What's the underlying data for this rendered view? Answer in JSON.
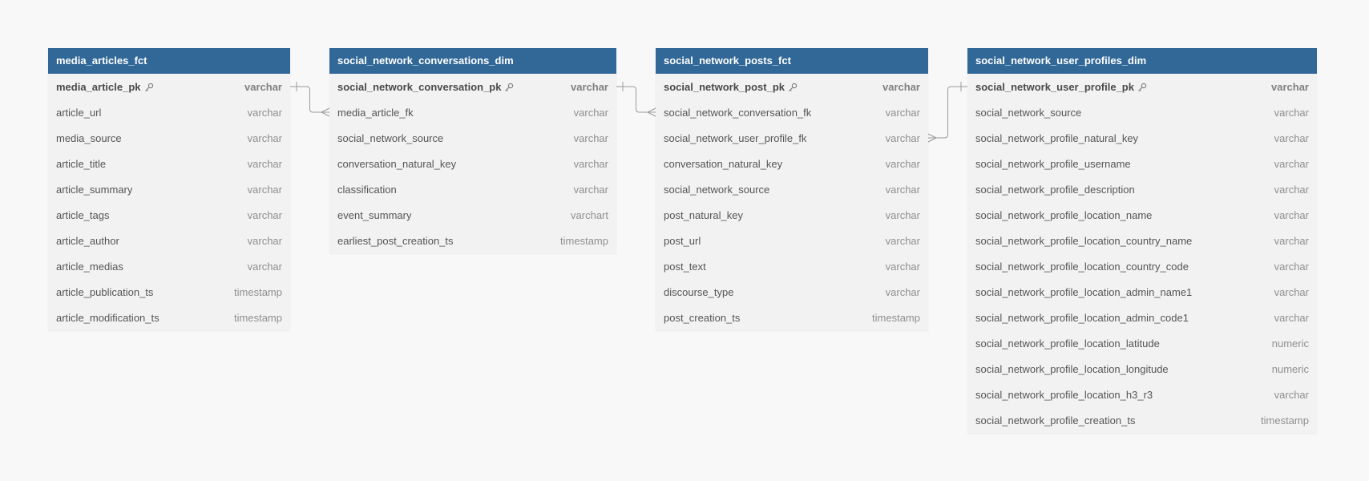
{
  "colors": {
    "header_bg": "#316897",
    "table_bg": "#f2f2f2",
    "canvas_bg": "#f8f8f8",
    "connector": "#9a9a9a"
  },
  "tables": [
    {
      "name": "media_articles_fct",
      "columns": [
        {
          "name": "media_article_pk",
          "type": "varchar",
          "pk": true
        },
        {
          "name": "article_url",
          "type": "varchar"
        },
        {
          "name": "media_source",
          "type": "varchar"
        },
        {
          "name": "article_title",
          "type": "varchar"
        },
        {
          "name": "article_summary",
          "type": "varchar"
        },
        {
          "name": "article_tags",
          "type": "varchar"
        },
        {
          "name": "article_author",
          "type": "varchar"
        },
        {
          "name": "article_medias",
          "type": "varchar"
        },
        {
          "name": "article_publication_ts",
          "type": "timestamp"
        },
        {
          "name": "article_modification_ts",
          "type": "timestamp"
        }
      ]
    },
    {
      "name": "social_network_conversations_dim",
      "columns": [
        {
          "name": "social_network_conversation_pk",
          "type": "varchar",
          "pk": true
        },
        {
          "name": "media_article_fk",
          "type": "varchar"
        },
        {
          "name": "social_network_source",
          "type": "varchar"
        },
        {
          "name": "conversation_natural_key",
          "type": "varchar"
        },
        {
          "name": "classification",
          "type": "varchar"
        },
        {
          "name": "event_summary",
          "type": "varchart"
        },
        {
          "name": "earliest_post_creation_ts",
          "type": "timestamp"
        }
      ]
    },
    {
      "name": "social_network_posts_fct",
      "columns": [
        {
          "name": "social_network_post_pk",
          "type": "varchar",
          "pk": true
        },
        {
          "name": "social_network_conversation_fk",
          "type": "varchar"
        },
        {
          "name": "social_network_user_profile_fk",
          "type": "varchar"
        },
        {
          "name": "conversation_natural_key",
          "type": "varchar"
        },
        {
          "name": "social_network_source",
          "type": "varchar"
        },
        {
          "name": "post_natural_key",
          "type": "varchar"
        },
        {
          "name": "post_url",
          "type": "varchar"
        },
        {
          "name": "post_text",
          "type": "varchar"
        },
        {
          "name": "discourse_type",
          "type": "varchar"
        },
        {
          "name": "post_creation_ts",
          "type": "timestamp"
        }
      ]
    },
    {
      "name": "social_network_user_profiles_dim",
      "columns": [
        {
          "name": "social_network_user_profile_pk",
          "type": "varchar",
          "pk": true
        },
        {
          "name": "social_network_source",
          "type": "varchar"
        },
        {
          "name": "social_network_profile_natural_key",
          "type": "varchar"
        },
        {
          "name": "social_network_profile_username",
          "type": "varchar"
        },
        {
          "name": "social_network_profile_description",
          "type": "varchar"
        },
        {
          "name": "social_network_profile_location_name",
          "type": "varchar"
        },
        {
          "name": "social_network_profile_location_country_name",
          "type": "varchar"
        },
        {
          "name": "social_network_profile_location_country_code",
          "type": "varchar"
        },
        {
          "name": "social_network_profile_location_admin_name1",
          "type": "varchar"
        },
        {
          "name": "social_network_profile_location_admin_code1",
          "type": "varchar"
        },
        {
          "name": "social_network_profile_location_latitude",
          "type": "numeric"
        },
        {
          "name": "social_network_profile_location_longitude",
          "type": "numeric"
        },
        {
          "name": "social_network_profile_location_h3_r3",
          "type": "varchar"
        },
        {
          "name": "social_network_profile_creation_ts",
          "type": "timestamp"
        }
      ]
    }
  ],
  "relationships": [
    {
      "from_table": 0,
      "from_column": 0,
      "to_table": 1,
      "to_column": 1,
      "from_card": "one",
      "to_card": "many"
    },
    {
      "from_table": 1,
      "from_column": 0,
      "to_table": 2,
      "to_column": 1,
      "from_card": "one",
      "to_card": "many"
    },
    {
      "from_table": 3,
      "from_column": 0,
      "to_table": 2,
      "to_column": 2,
      "from_card": "one",
      "to_card": "many"
    }
  ]
}
